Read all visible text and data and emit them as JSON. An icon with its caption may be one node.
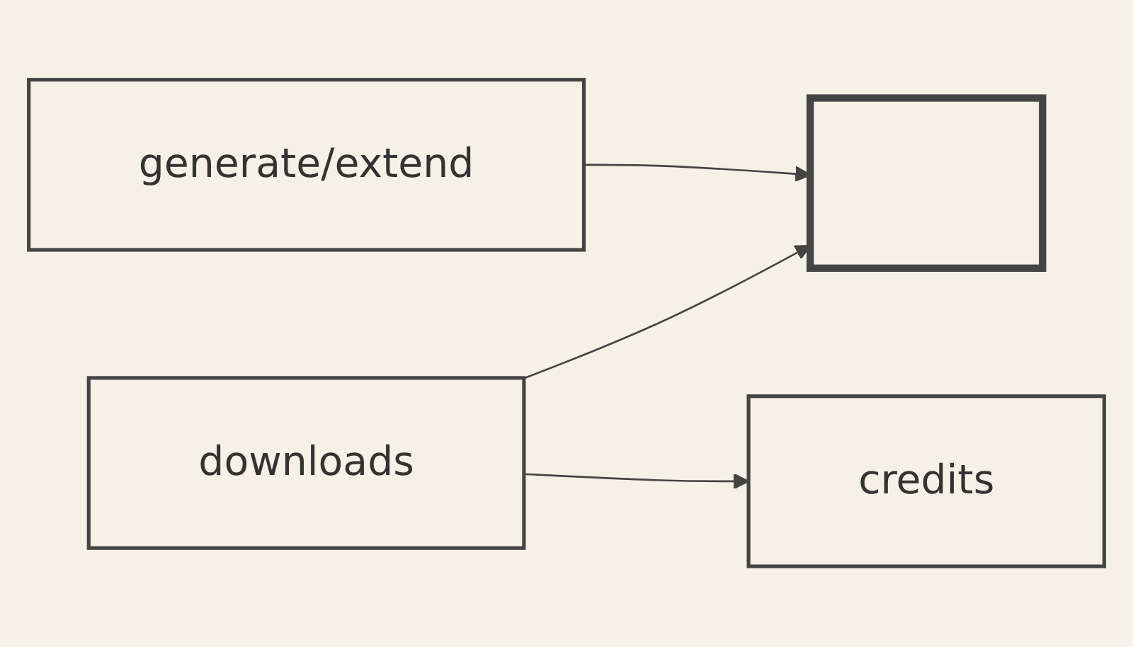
{
  "diagram": {
    "nodes": [
      {
        "text": [
          "credits"
        ]
      },
      {
        "text": [
          "generate/extend"
        ]
      },
      {
        "text": [
          "downloads"
        ]
      },
      {
        "text": [],
        "shape": "box"
      }
    ],
    "edges": [
      {
        "from": 2,
        "to": 0,
        "arrow": "to"
      },
      {
        "from": 1,
        "to": 3,
        "arrow": "to"
      },
      {
        "from": 2,
        "to": 3,
        "arrow": "to"
      }
    ]
  }
}
